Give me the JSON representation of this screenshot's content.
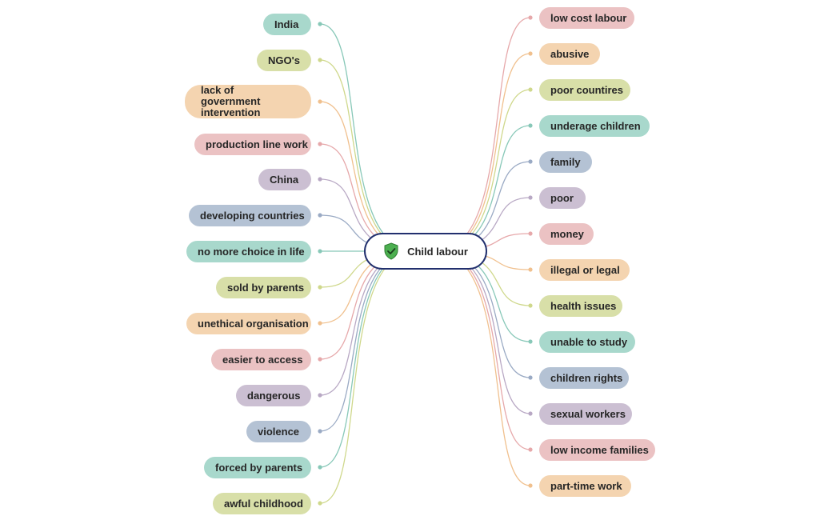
{
  "center": {
    "label": "Child labour",
    "icon": "shield-check-icon",
    "icon_color": "#4caf50"
  },
  "palette": {
    "teal": "#a8d8cc",
    "olive": "#d8dfa8",
    "peach": "#f4d4b0",
    "pink": "#ebc2c3",
    "mauve": "#cbbfd2",
    "blue": "#b4c2d4"
  },
  "line_palette": {
    "teal": "#88c8b8",
    "olive": "#cfd88c",
    "peach": "#f0c08e",
    "pink": "#e6a8aa",
    "mauve": "#b8a8c4",
    "blue": "#9aaac4"
  },
  "left_items": [
    {
      "label": "India",
      "color": "teal"
    },
    {
      "label": "NGO's",
      "color": "olive"
    },
    {
      "label": "lack of government intervention",
      "color": "peach"
    },
    {
      "label": "production line work",
      "color": "pink"
    },
    {
      "label": "China",
      "color": "mauve"
    },
    {
      "label": "developing countries",
      "color": "blue"
    },
    {
      "label": "no more choice in life",
      "color": "teal"
    },
    {
      "label": "sold by parents",
      "color": "olive"
    },
    {
      "label": "unethical organisation",
      "color": "peach"
    },
    {
      "label": "easier to access",
      "color": "pink"
    },
    {
      "label": "dangerous",
      "color": "mauve"
    },
    {
      "label": "violence",
      "color": "blue"
    },
    {
      "label": "forced by parents",
      "color": "teal"
    },
    {
      "label": "awful childhood",
      "color": "olive"
    }
  ],
  "right_items": [
    {
      "label": "low cost labour",
      "color": "pink"
    },
    {
      "label": "abusive",
      "color": "peach"
    },
    {
      "label": "poor countires",
      "color": "olive"
    },
    {
      "label": "underage children",
      "color": "teal"
    },
    {
      "label": "family",
      "color": "blue"
    },
    {
      "label": "poor",
      "color": "mauve"
    },
    {
      "label": "money",
      "color": "pink"
    },
    {
      "label": "illegal or legal",
      "color": "peach"
    },
    {
      "label": "health issues",
      "color": "olive"
    },
    {
      "label": "unable to study",
      "color": "teal"
    },
    {
      "label": "children rights",
      "color": "blue"
    },
    {
      "label": "sexual workers",
      "color": "mauve"
    },
    {
      "label": "low income families",
      "color": "pink"
    },
    {
      "label": "part-time work",
      "color": "peach"
    }
  ]
}
